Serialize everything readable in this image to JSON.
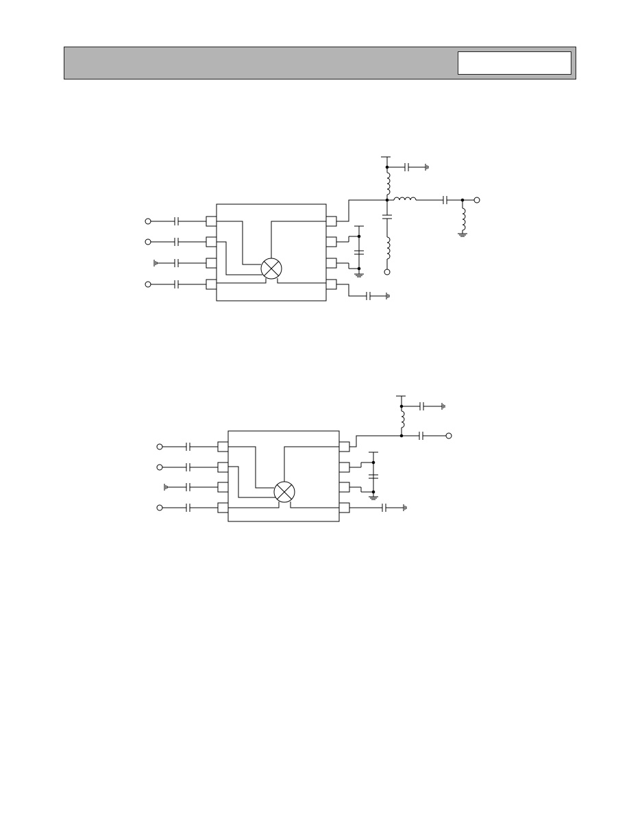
{
  "colors": {
    "header_bar": "#b4b4b4",
    "line": "#000000",
    "background": "#ffffff"
  },
  "diagrams": [
    {
      "id": "circuit-1",
      "ic_pins_per_side": 4,
      "has_output_series_inductor": true,
      "has_shunt_inductor_output": true
    },
    {
      "id": "circuit-2",
      "ic_pins_per_side": 4,
      "has_output_series_inductor": false,
      "has_shunt_inductor_output": false
    }
  ]
}
